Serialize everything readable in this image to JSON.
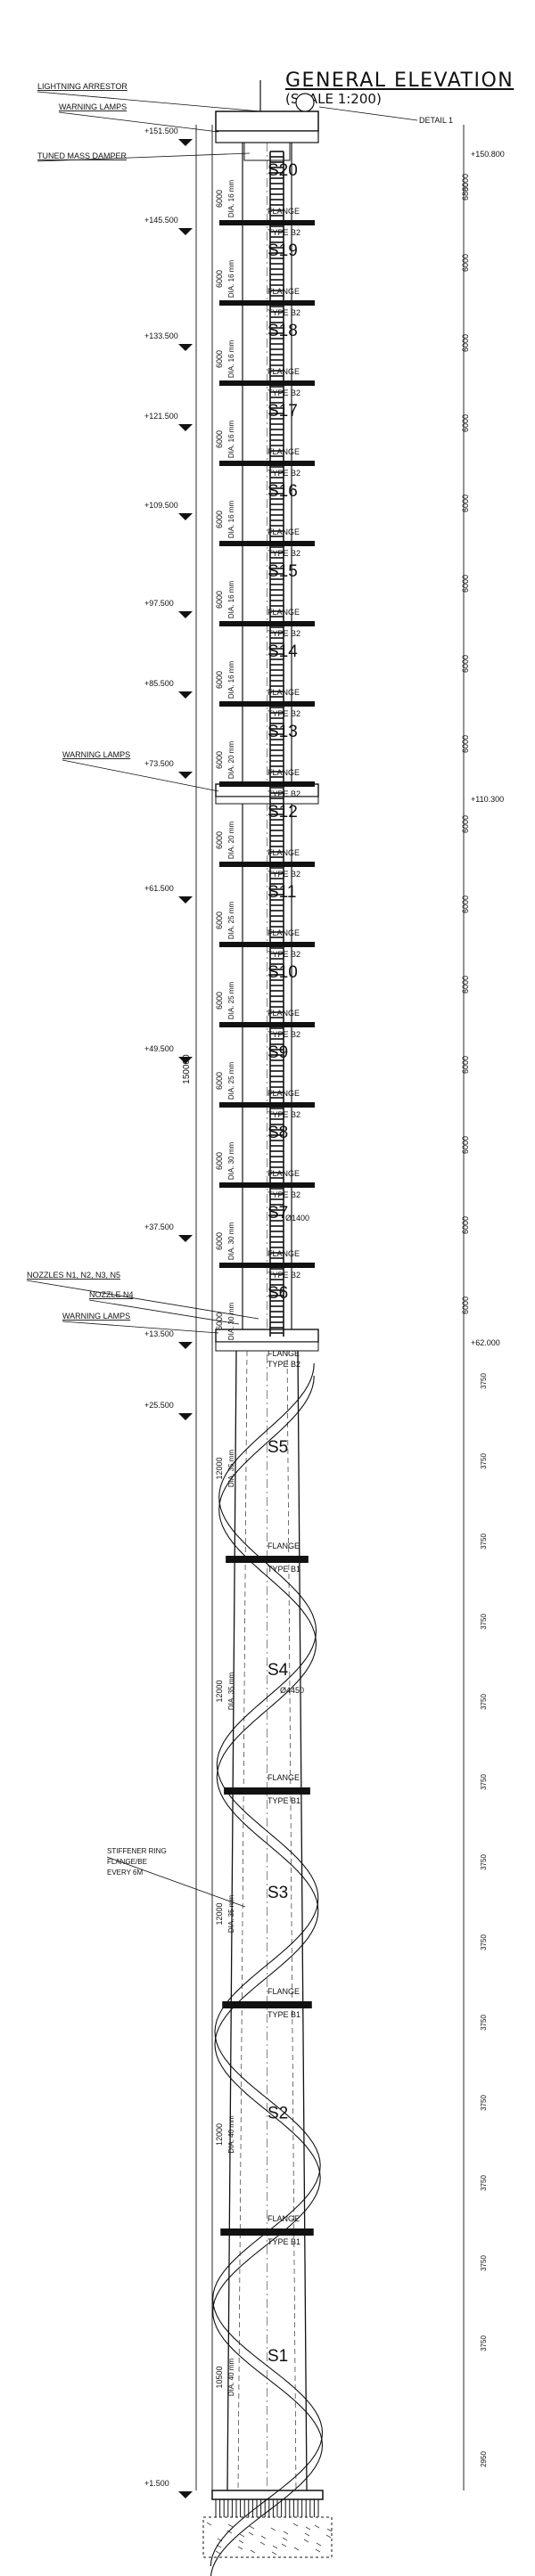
{
  "title": "GENERAL ELEVATION",
  "scale": "(SCALE 1:200)",
  "detail_ref": "DETAIL 1",
  "top_callouts": [
    {
      "key": "lightning",
      "text": "LIGHTNING ARRESTOR"
    },
    {
      "key": "lamps_top",
      "text": "WARNING LAMPS"
    },
    {
      "key": "damper",
      "text": "TUNED MASS DAMPER"
    }
  ],
  "mid_callouts": [
    {
      "key": "lamps_mid",
      "text": "WARNING LAMPS"
    },
    {
      "key": "nozzles",
      "text": "NOZZLES N1, N2, N3, N5"
    },
    {
      "key": "nozzle",
      "text": "NOZZLE N4"
    },
    {
      "key": "lamps_low",
      "text": "WARNING LAMPS"
    },
    {
      "key": "stiffener",
      "text": "STIFFENER RING\nFLANGE/BE\nEVERY 6M"
    }
  ],
  "elevations_left": [
    "+151.500",
    "+145.500",
    "+133.500",
    "+121.500",
    "+109.500",
    "+97.500",
    "+85.500",
    "+73.500",
    "+61.500",
    "+49.500",
    "+37.500",
    "+25.500",
    "+13.500",
    "+1.500"
  ],
  "elevations_right": [
    "+150.800",
    "+110.300",
    "+62.000"
  ],
  "upper_sections": [
    {
      "label": "S20",
      "dia": "DIA. 16 mm",
      "height": "6000"
    },
    {
      "label": "S19",
      "dia": "DIA. 16 mm",
      "height": "6000"
    },
    {
      "label": "S18",
      "dia": "DIA. 16 mm",
      "height": "6000"
    },
    {
      "label": "S17",
      "dia": "DIA. 16 mm",
      "height": "6000"
    },
    {
      "label": "S16",
      "dia": "DIA. 16 mm",
      "height": "6000"
    },
    {
      "label": "S15",
      "dia": "DIA. 16 mm",
      "height": "6000"
    },
    {
      "label": "S14",
      "dia": "DIA. 16 mm",
      "height": "6000"
    },
    {
      "label": "S13",
      "dia": "DIA. 20 mm",
      "height": "6000"
    },
    {
      "label": "S12",
      "dia": "DIA. 20 mm",
      "height": "6000"
    },
    {
      "label": "S11",
      "dia": "DIA. 25 mm",
      "height": "6000"
    },
    {
      "label": "S10",
      "dia": "DIA. 25 mm",
      "height": "6000"
    },
    {
      "label": "S9",
      "dia": "DIA. 25 mm",
      "height": "6000"
    },
    {
      "label": "S8",
      "dia": "DIA. 30 mm",
      "height": "6000"
    },
    {
      "label": "S7",
      "dia": "DIA. 30 mm",
      "height": "6000"
    },
    {
      "label": "S6",
      "dia": "DIA. 30 mm",
      "height": "6000"
    }
  ],
  "lower_sections": [
    {
      "label": "S5",
      "dia": "DIA. 35 mm",
      "height": "12000"
    },
    {
      "label": "S4",
      "dia": "DIA. 35 mm",
      "height": "12000"
    },
    {
      "label": "S3",
      "dia": "DIA. 35 mm",
      "height": "12000"
    },
    {
      "label": "S2",
      "dia": "DIA. 40 mm",
      "height": "12000"
    },
    {
      "label": "S1",
      "dia": "DIA. 40 mm",
      "height": "10500"
    }
  ],
  "flange_upper": {
    "line1": "FLANGE",
    "line2": "TYPE B2"
  },
  "flange_lower": {
    "line1": "FLANGE",
    "line2": "TYPE B1"
  },
  "upper_dia_label": "Ø1400",
  "lower_dia_label": "Ø4450",
  "overall_height": "150000",
  "right_dim_top": "6800",
  "right_dim_upper": "6000",
  "right_dim_pitch": "3750",
  "right_dim_base": "2950"
}
